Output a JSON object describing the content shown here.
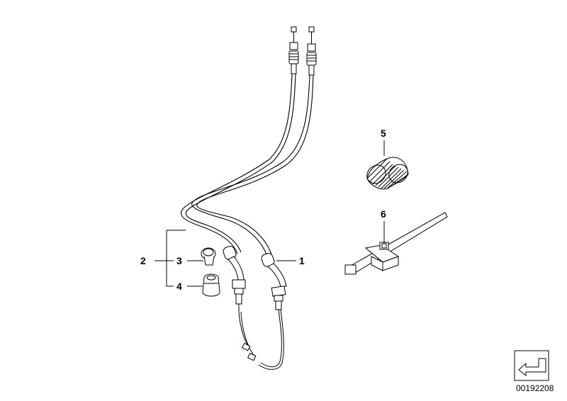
{
  "diagram": {
    "callouts": [
      {
        "id": "1",
        "label": "1"
      },
      {
        "id": "2",
        "label": "2"
      },
      {
        "id": "3",
        "label": "3"
      },
      {
        "id": "4",
        "label": "4"
      },
      {
        "id": "5",
        "label": "5"
      },
      {
        "id": "6",
        "label": "6"
      }
    ],
    "reference_number": "00192208",
    "icons": [
      "cable-assembly-icon",
      "grommet-icon",
      "bushing-icon",
      "spring-icon",
      "cable-tie-icon",
      "arrow-badge-icon"
    ]
  }
}
